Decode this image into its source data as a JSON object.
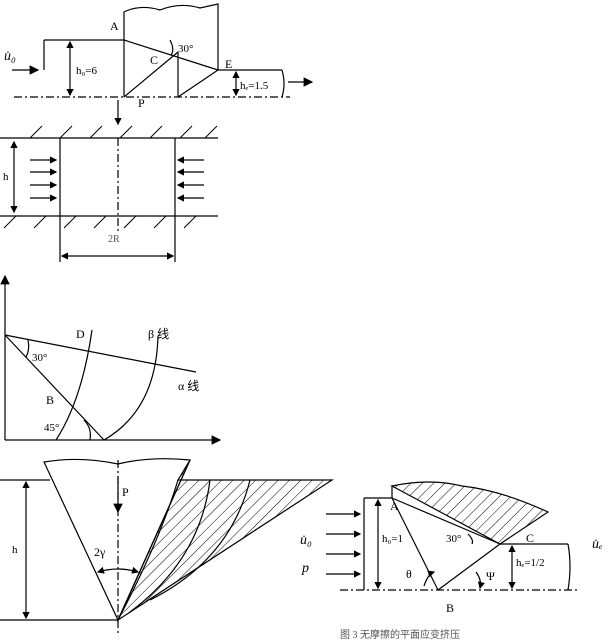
{
  "fig1": {
    "label_A": "A",
    "label_C": "C",
    "label_E": "E",
    "label_P": "P",
    "angle": "30°",
    "h0": "h₀=6",
    "he": "hₑ=1.5",
    "u0": "u̇₀"
  },
  "fig2": {
    "h": "h",
    "diameter": "2R"
  },
  "fig3": {
    "label_D": "D",
    "label_B": "B",
    "angle30": "30°",
    "angle45": "45°",
    "beta_line": "β 线",
    "alpha_line": "α 线"
  },
  "fig4": {
    "h": "h",
    "P": "P",
    "gamma": "2γ"
  },
  "fig5": {
    "label_A": "A",
    "label_B": "B",
    "label_C": "C",
    "u0": "u̇₀",
    "p": "p",
    "h0": "h₀=1",
    "he": "hₑ=1/2",
    "angle": "30°",
    "theta": "θ",
    "psi": "Ψ",
    "ue": "u̇ₑ",
    "caption": "图 3  无摩擦的平面应变挤压"
  }
}
